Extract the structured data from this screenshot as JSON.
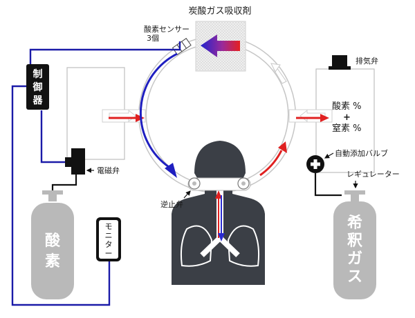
{
  "labels": {
    "co2_absorber": "炭酸ガス吸収剤",
    "o2_sensor_line1": "酸素センサー",
    "o2_sensor_line2": "3個",
    "exhaust_valve": "排気弁",
    "gas_display_line1": "酸素 %",
    "gas_display_plus": "+",
    "gas_display_line2": "窒素 %",
    "auto_add_valve": "自動添加バルブ",
    "regulator": "レギュレーター",
    "solenoid_valve": "電磁弁",
    "check_valve": "逆止弁",
    "controller": [
      "制",
      "御",
      "器"
    ],
    "oxygen_tank": [
      "酸",
      "素"
    ],
    "monitor": [
      "モ",
      "ニ",
      "タ",
      "ー"
    ],
    "diluent_tank": [
      "希",
      "釈",
      "ガ",
      "ス"
    ]
  },
  "colors": {
    "wire_blue": "#1a1aa8",
    "flow_red": "#e02020",
    "flow_blue": "#2a2ad0",
    "tank_gray": "#b9b9b9",
    "body_dark": "#3b3f46",
    "loop_gray": "#c4c4c4"
  }
}
